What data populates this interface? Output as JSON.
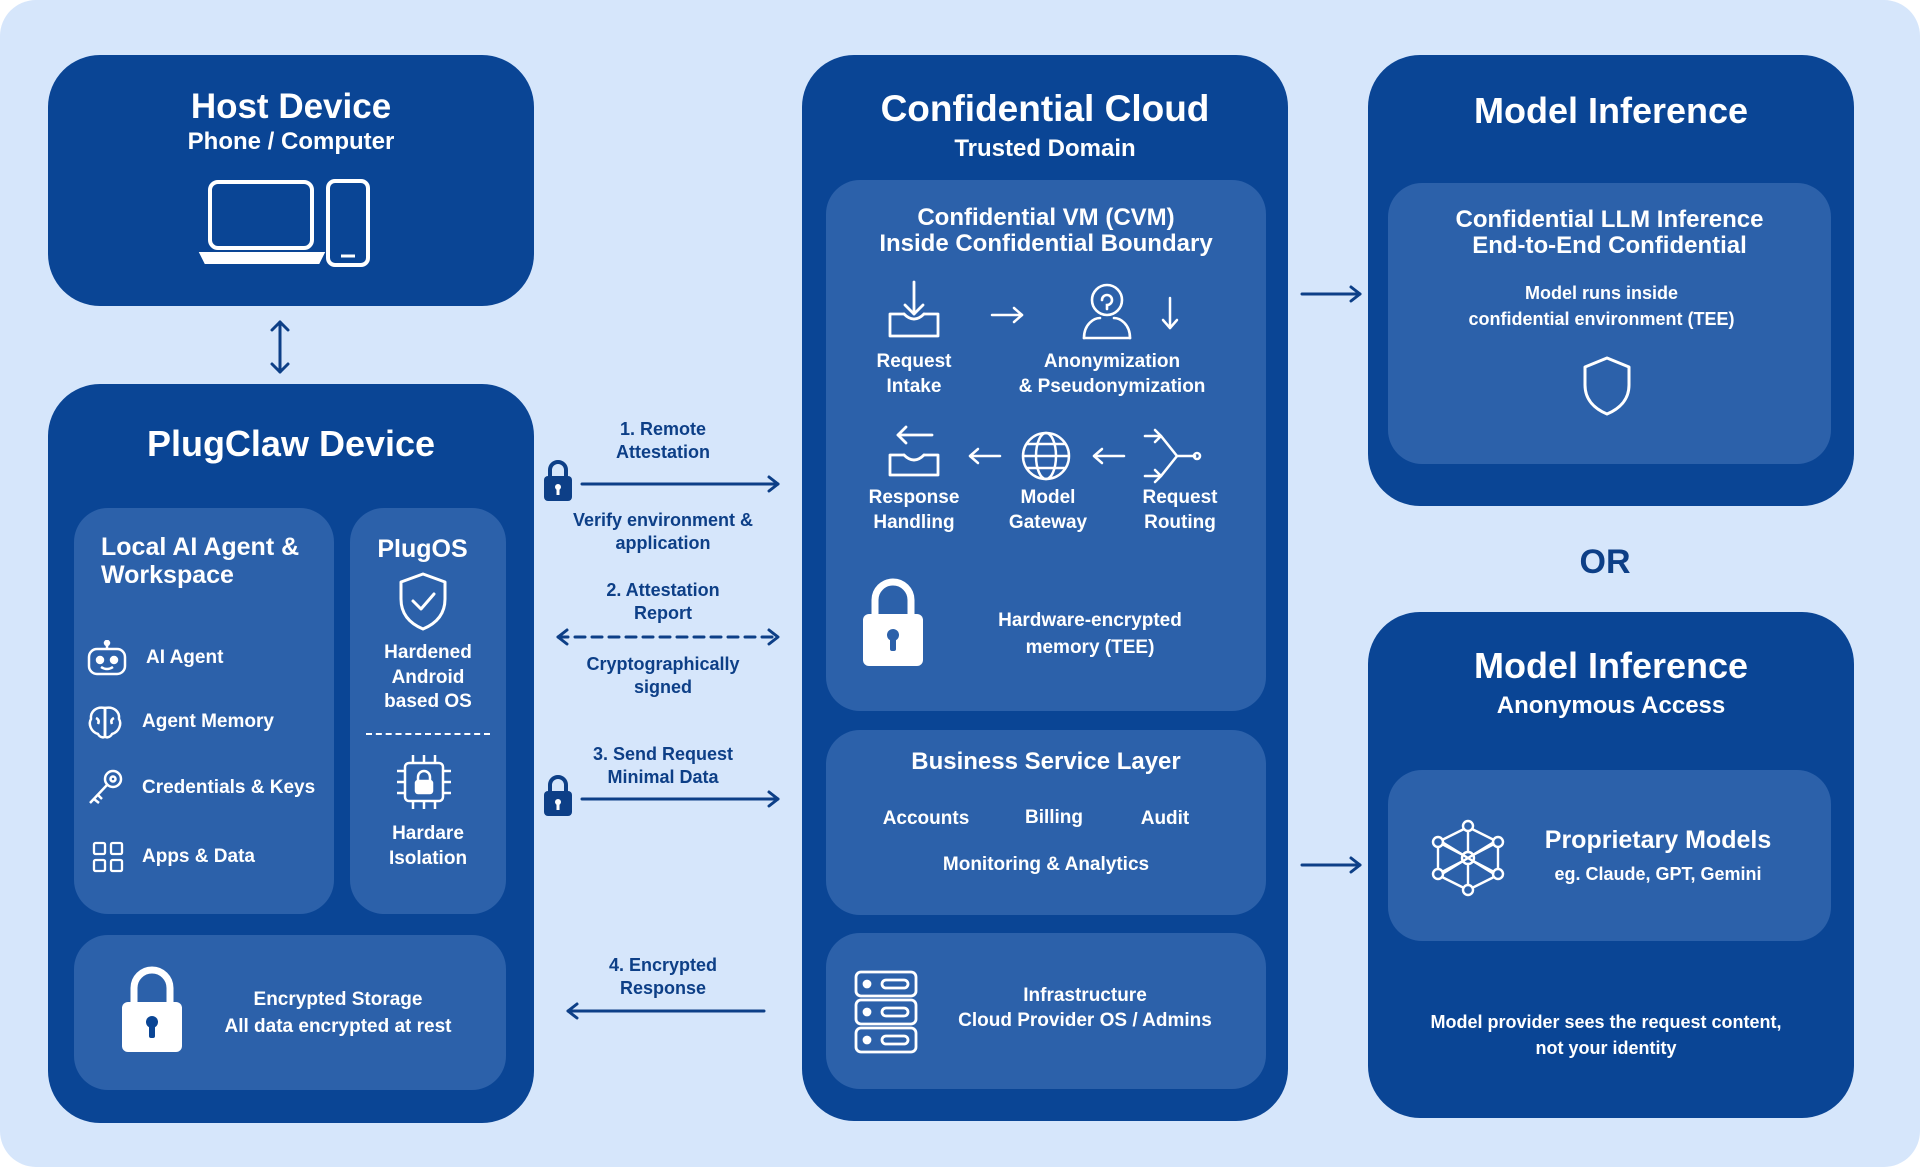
{
  "host": {
    "title": "Host Device",
    "subtitle": "Phone / Computer"
  },
  "device": {
    "title": "PlugClaw Device",
    "workspace": {
      "title_lines": [
        "Local AI Agent &",
        "Workspace"
      ],
      "items": [
        {
          "label": "AI Agent",
          "icon": "robot-icon"
        },
        {
          "label": "Agent Memory",
          "icon": "brain-icon"
        },
        {
          "label": "Credentials & Keys",
          "icon": "key-icon"
        },
        {
          "label": "Apps & Data",
          "icon": "grid-icon"
        }
      ]
    },
    "plugos": {
      "title": "PlugOS",
      "hardened_lines": [
        "Hardened",
        "Android",
        "based OS"
      ],
      "isolation_lines": [
        "Hardare",
        "Isolation"
      ]
    },
    "storage": {
      "line1": "Encrypted Storage",
      "line2": "All data encrypted at rest"
    }
  },
  "flows": [
    {
      "title_lines": [
        "1. Remote",
        "Attestation"
      ],
      "note_lines": [
        "Verify environment &",
        "application"
      ]
    },
    {
      "title_lines": [
        "2. Attestation",
        "Report"
      ],
      "note_lines": [
        "Cryptographically",
        "signed"
      ]
    },
    {
      "title_lines": [
        "3. Send Request",
        "Minimal Data"
      ]
    },
    {
      "title_lines": [
        "4. Encrypted",
        "Response"
      ]
    }
  ],
  "cloud": {
    "title": "Confidential Cloud",
    "subtitle": "Trusted Domain",
    "cvm": {
      "title_lines": [
        "Confidential VM (CVM)",
        "Inside Confidential Boundary"
      ],
      "steps": {
        "intake": [
          "Request",
          "Intake"
        ],
        "anon": [
          "Anonymization",
          "& Pseudonymization"
        ],
        "response": [
          "Response",
          "Handling"
        ],
        "gateway": [
          "Model",
          "Gateway"
        ],
        "routing": [
          "Request",
          "Routing"
        ]
      },
      "memory_lines": [
        "Hardware-encrypted",
        "memory (TEE)"
      ]
    },
    "business": {
      "title": "Business Service Layer",
      "items": [
        "Accounts",
        "Billing",
        "Audit"
      ],
      "bottom": "Monitoring & Analytics"
    },
    "infra": {
      "line1": "Infrastructure",
      "line2": "Cloud Provider OS /  Admins"
    }
  },
  "inference_tee": {
    "title": "Model Inference",
    "inner_lines": [
      "Confidential LLM Inference",
      "End-to-End Confidential"
    ],
    "note_lines": [
      "Model runs inside",
      "confidential environment (TEE)"
    ]
  },
  "or_label": "OR",
  "inference_anon": {
    "title": "Model Inference",
    "subtitle": "Anonymous Access",
    "models_title": "Proprietary Models",
    "models_sub": "eg. Claude, GPT, Gemini",
    "note_lines": [
      "Model provider sees the request content,",
      "not your identity"
    ]
  },
  "colors": {
    "background": "#d6e6fb",
    "card": "#0a4595",
    "inner": "#2c61aa",
    "arrow": "#0d3f87"
  }
}
